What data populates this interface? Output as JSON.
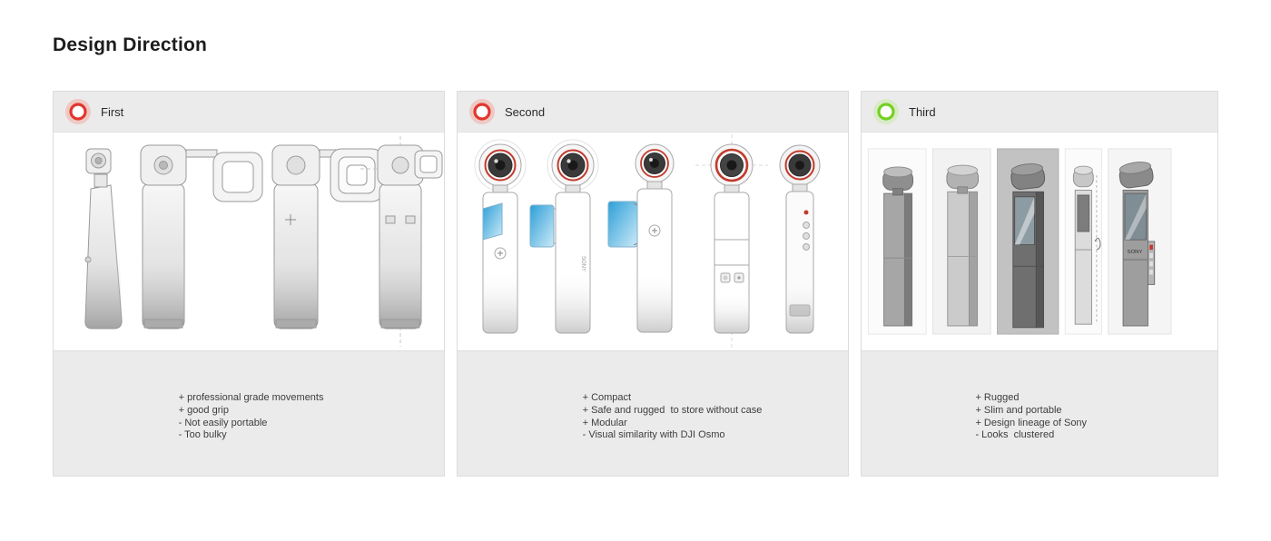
{
  "page": {
    "title": "Design Direction"
  },
  "colors": {
    "page_background": "#ffffff",
    "panel_background": "#ebebeb",
    "sketch_background": "#ffffff",
    "accent_red": "#e0372e",
    "accent_green": "#74d021",
    "screen_blue": "#2d9fd8"
  },
  "panels": [
    {
      "label": "First",
      "indicator": "red",
      "indicator_color": "#e0372e",
      "indicator_glow": "#ff3c2833",
      "notes": [
        "+ professional grade movements",
        "+ good grip",
        "- Not easily portable",
        "- Too bulky"
      ]
    },
    {
      "label": "Second",
      "indicator": "red",
      "indicator_color": "#e0372e",
      "indicator_glow": "#ff3c2833",
      "sketch_brand_label": "SONY",
      "notes": [
        "+ Compact",
        "+ Safe and rugged  to store without case",
        "+ Modular",
        "- Visual similarity with DJI Osmo"
      ]
    },
    {
      "label": "Third",
      "indicator": "green",
      "indicator_color": "#74d021",
      "indicator_glow": "#8ae53333",
      "sketch_brand_label": "SONY",
      "notes": [
        "+ Rugged",
        "+ Slim and portable",
        "+ Design lineage of Sony",
        "- Looks  clustered"
      ]
    }
  ]
}
